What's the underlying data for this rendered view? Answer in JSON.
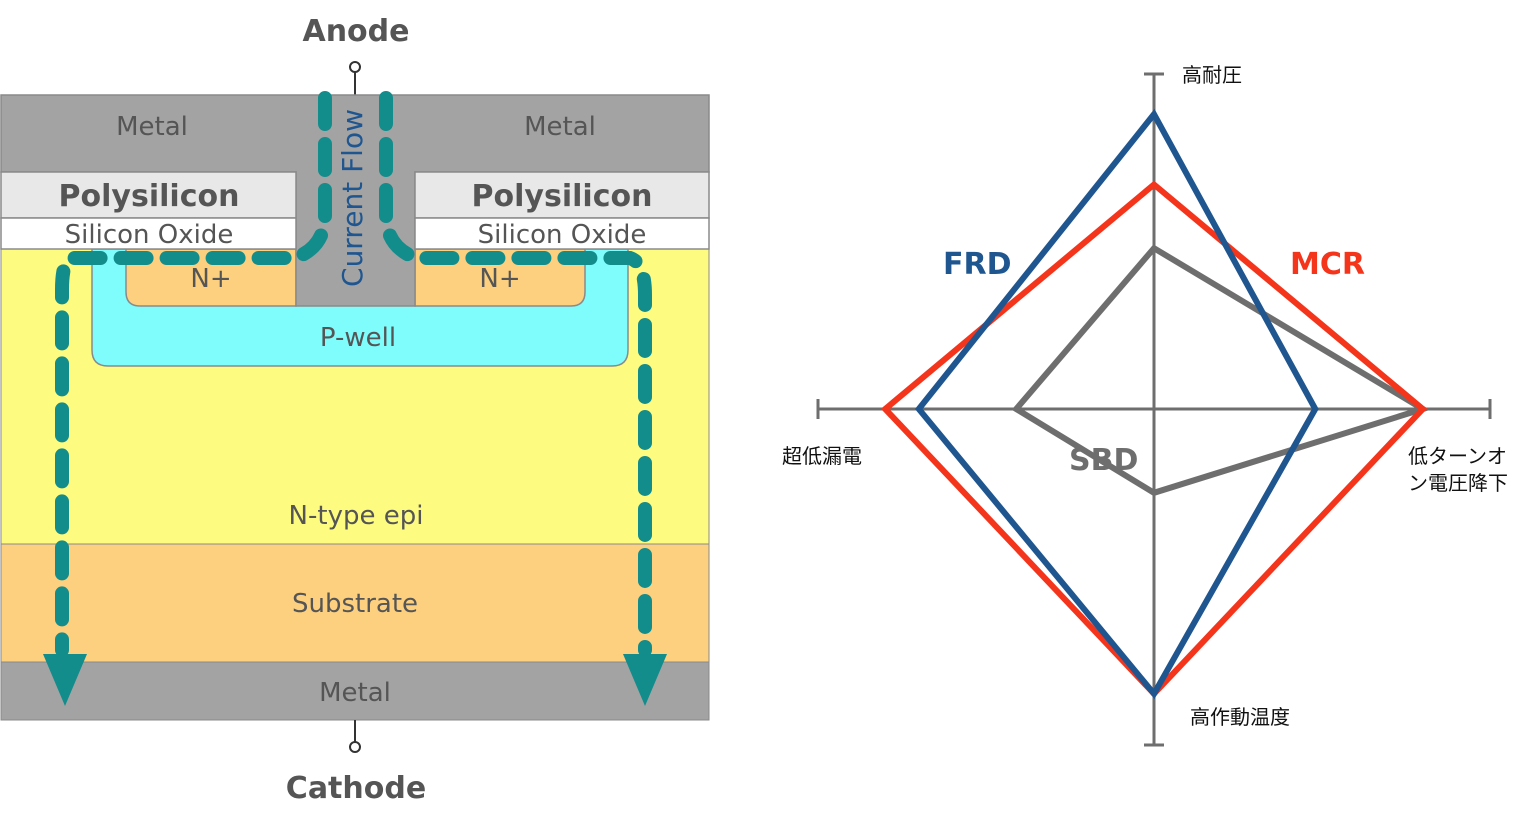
{
  "device": {
    "anode_label": "Anode",
    "cathode_label": "Cathode",
    "metal_left": "Metal",
    "metal_right": "Metal",
    "metal_bottom": "Metal",
    "poly_left": "Polysilicon",
    "poly_right": "Polysilicon",
    "oxide_left": "Silicon Oxide",
    "oxide_right": "Silicon Oxide",
    "nplus_left": "N+",
    "nplus_right": "N+",
    "pwell": "P-well",
    "epi": "N-type epi",
    "substrate": "Substrate",
    "current_flow": "Current Flow",
    "colors": {
      "metal": "#a3a3a3",
      "polysilicon": "#e8e8e8",
      "oxide": "#ffffff",
      "nplus": "#fcd07e",
      "pwell": "#7ffdfd",
      "epi": "#fefc80",
      "substrate": "#fcd07e",
      "flow_arrow": "#138c8c"
    }
  },
  "chart_data": {
    "type": "radar",
    "axes": [
      "高耐圧",
      "低ターンオン電圧降下",
      "高作動温度",
      "超低漏電"
    ],
    "axis_label_lines": [
      [
        "高耐圧"
      ],
      [
        "低ターンオ",
        "ン電圧降下"
      ],
      [
        "高作動温度"
      ],
      [
        "超低漏電"
      ]
    ],
    "scale_max": 1.0,
    "series": [
      {
        "name": "FRD",
        "values": [
          0.88,
          0.48,
          0.85,
          0.7
        ],
        "color": "#1f5690"
      },
      {
        "name": "MCR",
        "values": [
          0.67,
          0.8,
          0.85,
          0.8
        ],
        "color": "#f4351c"
      },
      {
        "name": "SBD",
        "values": [
          0.48,
          0.8,
          0.25,
          0.41
        ],
        "color": "#6e6e6e"
      }
    ]
  }
}
